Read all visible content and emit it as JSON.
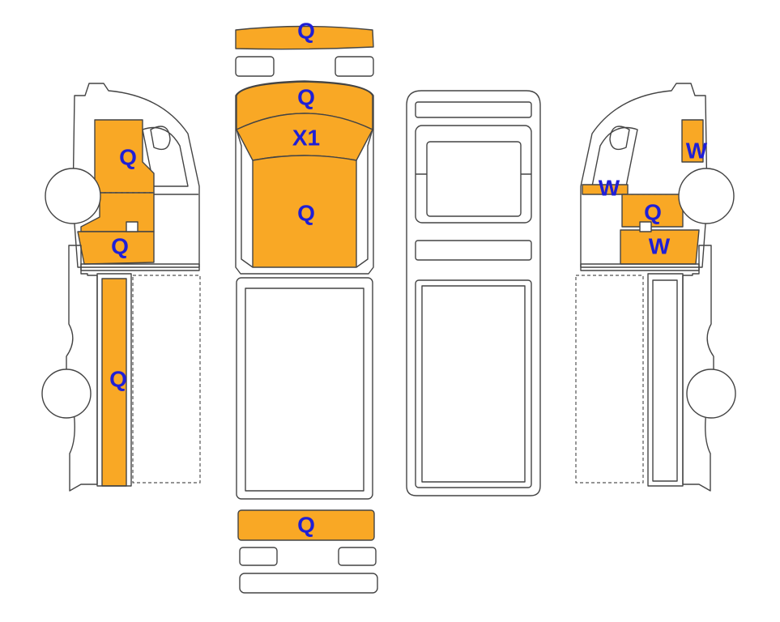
{
  "colors": {
    "damage_fill": "#f9a825",
    "label": "#1f1fd6",
    "outline": "#444444"
  },
  "labels": {
    "front_bumper": "Q",
    "hood": "Q",
    "windshield": "X1",
    "roof": "Q",
    "rear_bumper": "Q",
    "left_front_door": "Q",
    "left_rocker": "Q",
    "left_bed_side": "Q",
    "right_a_pillar": "W",
    "right_fender": "W",
    "right_front_door": "Q",
    "right_rocker": "W"
  }
}
